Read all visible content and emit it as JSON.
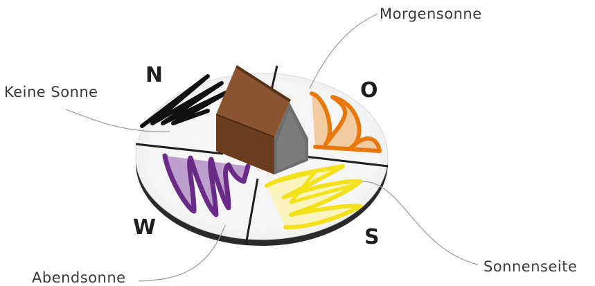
{
  "directions": {
    "north": "N",
    "east": "O",
    "south": "S",
    "west": "W"
  },
  "labels": {
    "morning": "Morgensonne",
    "none": "Keine Sonne",
    "evening": "Abendsonne",
    "sunny": "Sonnenseite"
  },
  "colors": {
    "north_scribble": "#8c8c8c",
    "east_scribble": "#e8780c",
    "south_scribble": "#f3e11a",
    "west_scribble": "#6a2a88",
    "house_roof": "#7a4a24",
    "house_wall": "#6b6b6b"
  }
}
